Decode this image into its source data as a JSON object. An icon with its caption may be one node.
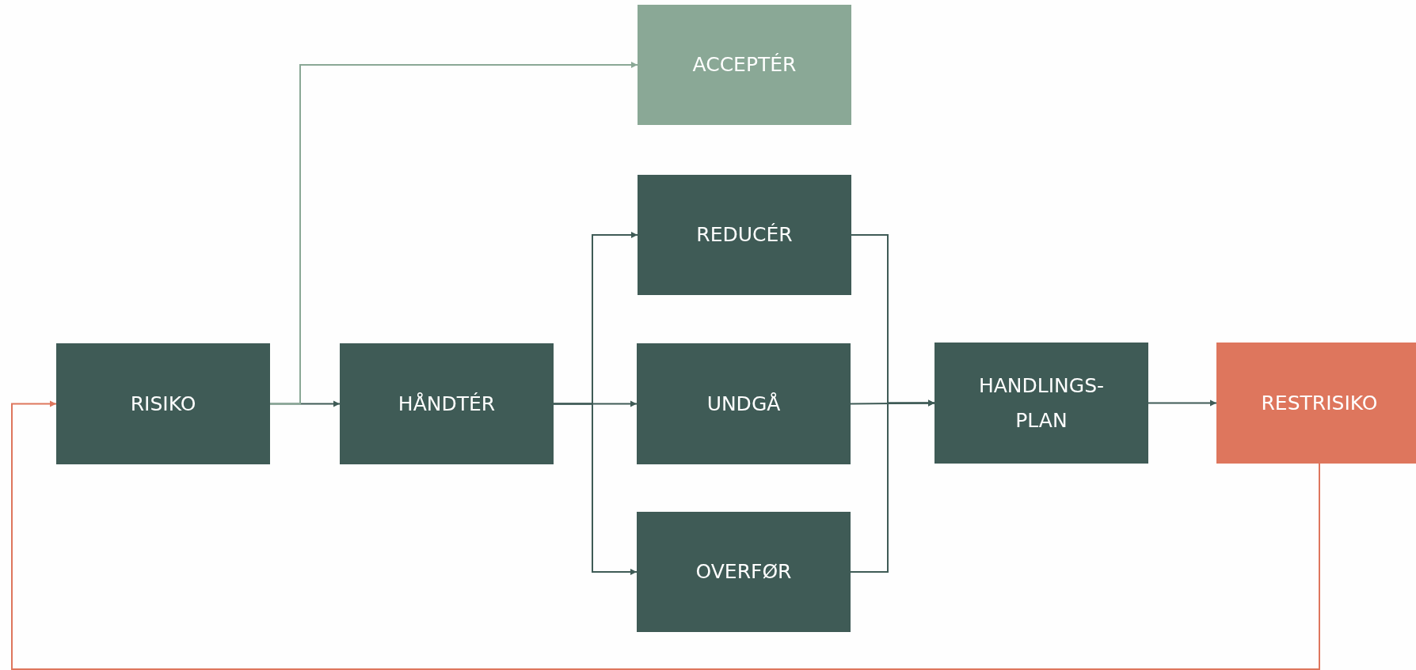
{
  "diagram": {
    "nodes": [
      {
        "text": [
          "RISIKO"
        ]
      },
      {
        "text": [
          "HÅNDTÉR"
        ]
      },
      {
        "text": [
          "ACCEPTÉR"
        ]
      },
      {
        "text": [
          "REDUCÉR"
        ]
      },
      {
        "text": [
          "UNDGÅ"
        ]
      },
      {
        "text": [
          "OVERFØR"
        ]
      },
      {
        "text": [
          "HANDLINGS- PLAN"
        ]
      },
      {
        "text": [
          "RESTRISIKO"
        ]
      }
    ],
    "edges": [
      {
        "from": 0,
        "to": 1,
        "arrow": "to"
      },
      {
        "from": 0,
        "to": 2,
        "arrow": "to",
        "color": "#8aa896"
      },
      {
        "from": 1,
        "to": 3,
        "arrow": "to"
      },
      {
        "from": 1,
        "to": 4,
        "arrow": "to"
      },
      {
        "from": 1,
        "to": 5,
        "arrow": "to"
      },
      {
        "from": 3,
        "to": 6,
        "arrow": "to"
      },
      {
        "from": 4,
        "to": 6,
        "arrow": "to"
      },
      {
        "from": 5,
        "to": 6,
        "arrow": "to"
      },
      {
        "from": 6,
        "to": 7,
        "arrow": "to"
      },
      {
        "from": 7,
        "to": 0,
        "arrow": "to",
        "color": "#de765d"
      }
    ]
  }
}
